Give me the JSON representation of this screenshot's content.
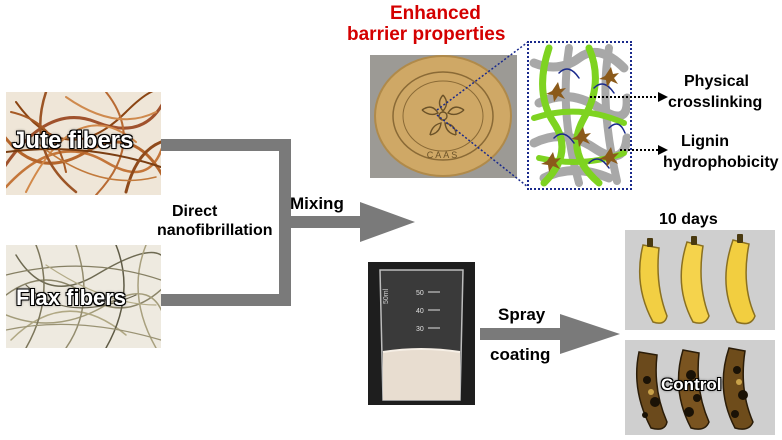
{
  "title": {
    "line1": "Enhanced",
    "line2": "barrier properties",
    "color": "#d40000"
  },
  "fibers": {
    "jute_label": "Jute fibers",
    "flax_label": "Flax fibers"
  },
  "process": {
    "direct_line1": "Direct",
    "direct_line2": "nanofibrillation",
    "mixing_label": "Mixing",
    "spray_label": "Spray",
    "coating_label": "coating"
  },
  "mechanisms": {
    "physical_line1": "Physical",
    "physical_line2": "crosslinking",
    "lignin_line1": "Lignin",
    "lignin_line2": "hydrophobicity"
  },
  "film": {
    "seal_text": "CAAS"
  },
  "beaker": {
    "marks": [
      "50",
      "40",
      "30"
    ],
    "capacity_label": "50ml"
  },
  "bananas": {
    "days_label": "10 days",
    "control_label": "Control"
  },
  "colors": {
    "arrow_gray": "#7a7a7a",
    "fiber_green": "#7ed321",
    "fiber_gray": "#a8a8a8",
    "lignin_brown": "#8b5a1a",
    "dotted_blue": "#1a2a8c"
  }
}
